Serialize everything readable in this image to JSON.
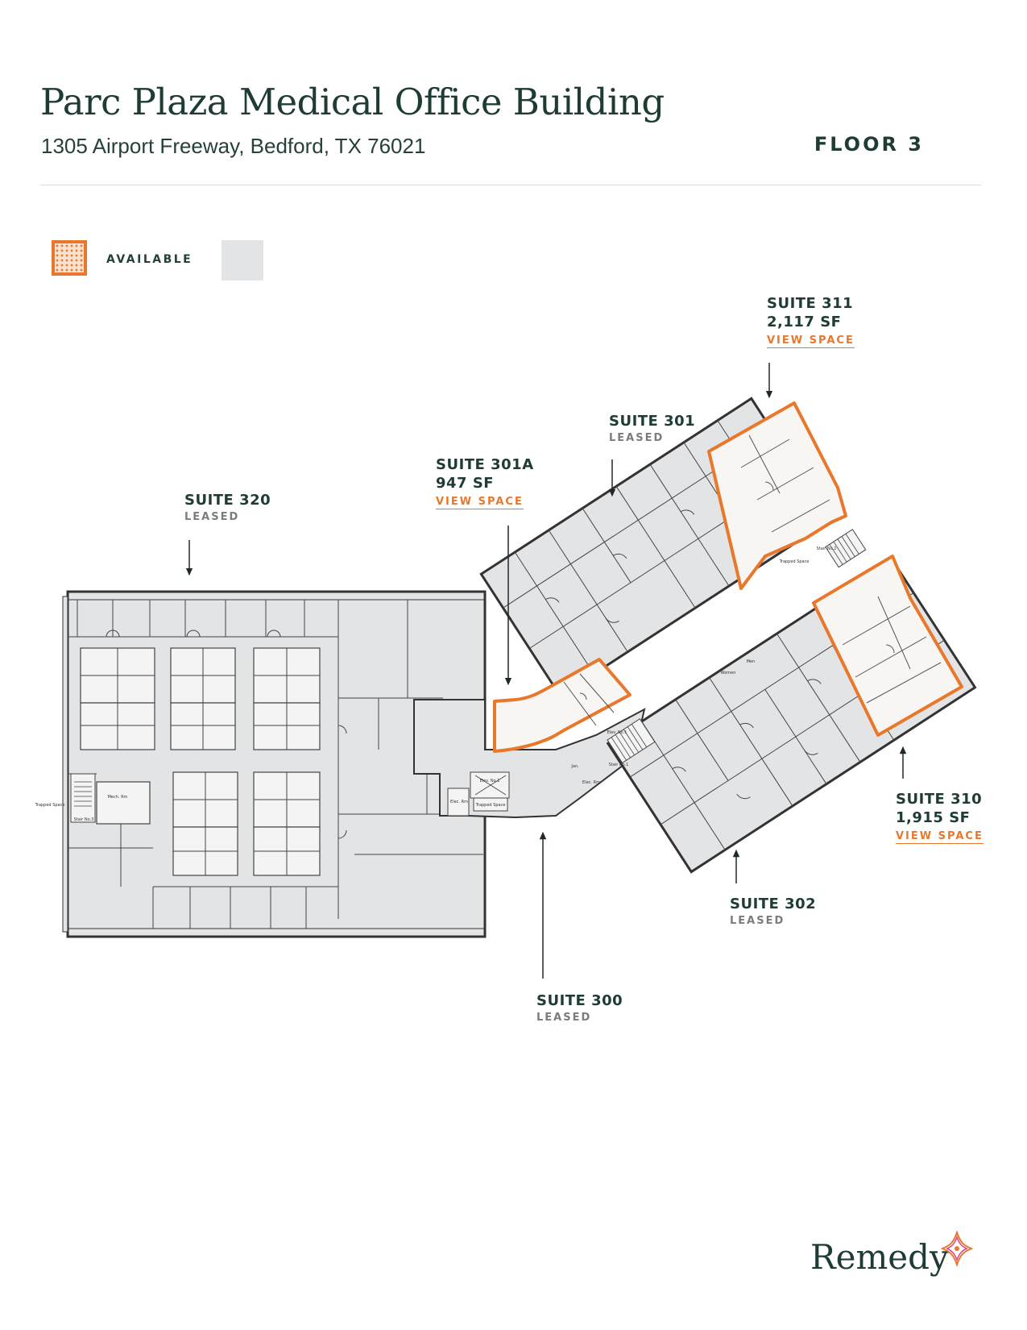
{
  "header": {
    "title": "Parc Plaza Medical Office Building",
    "address": "1305 Airport Freeway, Bedford, TX 76021",
    "floor": "FLOOR 3"
  },
  "legend": {
    "available_label": "AVAILABLE",
    "available_color": "#e8782b",
    "leased_color": "#e3e4e6"
  },
  "suites": {
    "s311": {
      "name": "SUITE 311",
      "sf": "2,117 SF",
      "link": "VIEW SPACE"
    },
    "s301": {
      "name": "SUITE 301",
      "status": "LEASED"
    },
    "s301a": {
      "name": "SUITE 301A",
      "sf": "947 SF",
      "link": "VIEW SPACE"
    },
    "s320": {
      "name": "SUITE 320",
      "status": "LEASED"
    },
    "s310": {
      "name": "SUITE 310",
      "sf": "1,915 SF",
      "link": "VIEW SPACE"
    },
    "s302": {
      "name": "SUITE 302",
      "status": "LEASED"
    },
    "s300": {
      "name": "SUITE 300",
      "status": "LEASED"
    }
  },
  "plan_labels": {
    "mech": "Mech. Rm",
    "stair3": "Stair No.3",
    "trapped_left": "Trapped Space",
    "elec1": "Elec. Rm",
    "elev1": "Elev. No.1",
    "trapped_center": "Trapped Space",
    "jan": "Jan.",
    "elec2": "Elec. Rm",
    "stair1": "Stair No.1",
    "elev2": "Elev. No.1",
    "women": "Women",
    "men": "Men",
    "stair2": "Stair No.2",
    "trapped_right": "Trapped Space"
  },
  "brand": {
    "name": "Remedy",
    "icon": "remedy-logo-icon"
  }
}
